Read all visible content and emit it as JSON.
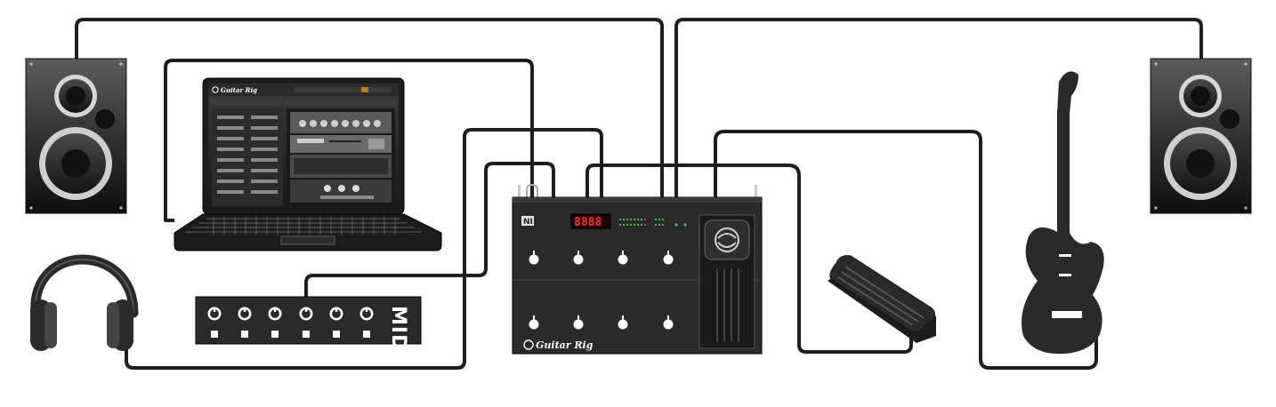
{
  "diagram": {
    "devices": [
      {
        "name": "left-speaker",
        "kind": "speaker"
      },
      {
        "name": "laptop",
        "kind": "laptop",
        "screen_brand": "Guitar Rig"
      },
      {
        "name": "headphones",
        "kind": "headphones"
      },
      {
        "name": "midi-controller",
        "kind": "midi-controller",
        "label": "MIDI",
        "knob_count": 6,
        "button_count": 6
      },
      {
        "name": "foot-controller",
        "kind": "foot-controller",
        "brand": "Guitar Rig",
        "display": "8888",
        "footswitch_count": 8
      },
      {
        "name": "expression-pedal",
        "kind": "expression-pedal"
      },
      {
        "name": "electric-guitar",
        "kind": "guitar"
      },
      {
        "name": "right-speaker",
        "kind": "speaker"
      }
    ],
    "connections": [
      {
        "from": "left-speaker",
        "to": "foot-controller"
      },
      {
        "from": "right-speaker",
        "to": "foot-controller"
      },
      {
        "from": "laptop",
        "to": "foot-controller"
      },
      {
        "from": "headphones",
        "to": "foot-controller"
      },
      {
        "from": "midi-controller",
        "to": "foot-controller"
      },
      {
        "from": "expression-pedal",
        "to": "foot-controller"
      },
      {
        "from": "electric-guitar",
        "to": "foot-controller"
      }
    ],
    "colors": {
      "device_dark": "#2a2a2a",
      "cable": "#1e1e1e",
      "led_display": "#ff2a2a",
      "led_green": "#3ec23e"
    }
  }
}
